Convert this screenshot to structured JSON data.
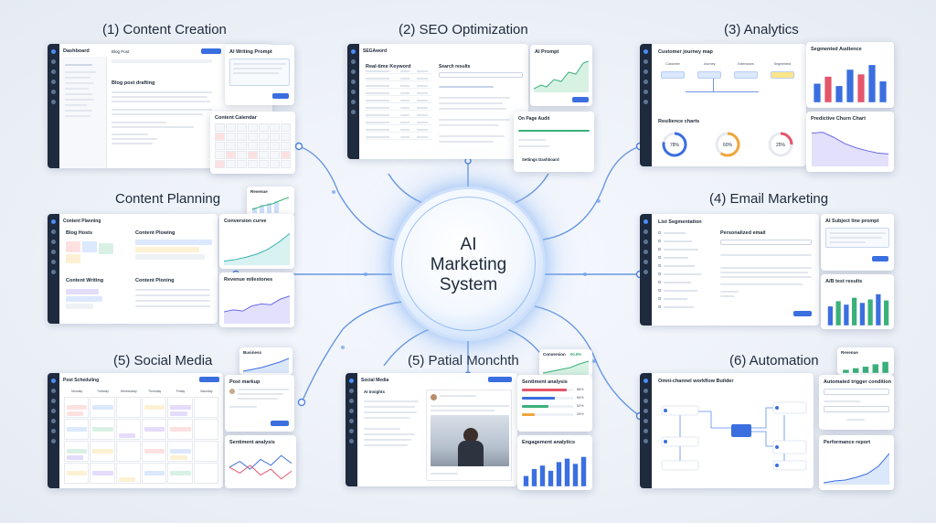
{
  "hub": {
    "line1": "AI",
    "line2": "Marketing",
    "line3": "System"
  },
  "sections": {
    "content_creation": "(1) Content Creation",
    "seo": "(2) SEO Optimization",
    "analytics": "(3) Analytics",
    "content_planning": "Content Planning",
    "email": "(4) Email Marketing",
    "social": "(5) Social Media",
    "patial": "(5) Patial Monchth",
    "automation": "(6) Automation"
  },
  "cc": {
    "dashboard": "Dashboard",
    "blog_post": "Blog Post",
    "blog_post_drafting": "Blog post drafting",
    "ai_writing_prompt": "AI Writing Prompt",
    "content_calendar": "Content Calendar",
    "cal_start": 1,
    "cal_days": 35,
    "cal_today": [
      8,
      23,
      25,
      28,
      29
    ]
  },
  "seo": {
    "brand": "SEGAword",
    "realtime": "Real-time Keyword",
    "search_results": "Search results",
    "ai_prompt": "AI Prompt",
    "on_page_audit": "On Page Audit",
    "settings_dashboard": "Settings Dashboard"
  },
  "an": {
    "journey": "Customer journey map",
    "segmented": "Segmented Audience",
    "resilience": "Resilience charts",
    "churn": "Predictive Churn Chart",
    "gauges": [
      "78%",
      "60%",
      "25%"
    ],
    "journey_nodes": [
      "Customer",
      "Journey",
      "Extensions",
      "Segmented"
    ],
    "seg_values": [
      40,
      55,
      35,
      70,
      60,
      80,
      45
    ],
    "churn_values": [
      80,
      82,
      70,
      55,
      45,
      38,
      32,
      30
    ],
    "gauge_pct": [
      78,
      60,
      25
    ],
    "gauge_colors": [
      "#3b6fe0",
      "#f0a63a",
      "#e4566b"
    ]
  },
  "cp": {
    "content_planning": "Content Planning",
    "content_plowing": "Content Plowing",
    "blog_hosts": "Blog Hosts",
    "content_writing": "Content Writing",
    "content_ploning": "Content Ploning",
    "revenue": "Revenue",
    "conversion": "Conversion curve",
    "milestones": "Revenue milestones",
    "conversion_values": [
      10,
      14,
      20,
      28,
      40,
      58,
      80
    ],
    "milestone_values": [
      30,
      35,
      32,
      45,
      50,
      48,
      62,
      70
    ]
  },
  "em": {
    "list_seg": "List Segmentation",
    "personalized": "Personalized email",
    "subject": "AI Subject line prompt",
    "ab": "A/B test results",
    "ab_values": [
      55,
      70,
      60,
      80,
      65,
      75,
      90,
      72
    ],
    "ab_colors": [
      "#3b6fe0",
      "#3ab07a"
    ]
  },
  "sm": {
    "post_scheduling": "Post Scheduling",
    "post_markup": "Post markup",
    "sentiment": "Sentiment analysis",
    "business": "Business",
    "days": [
      "Monday",
      "Tuesday",
      "Wednesday",
      "Thursday",
      "Friday",
      "Saturday"
    ],
    "sentiment_values": [
      40,
      55,
      35,
      60,
      45,
      70,
      50
    ]
  },
  "pm": {
    "social_media": "Social Media",
    "ai_insights": "AI Insights",
    "sentiment": "Sentiment analysis",
    "engagement": "Engagement analytics",
    "conversion": "Conversion",
    "conversion_pct": "60.8%",
    "sent_pcts": [
      "88%",
      "65%",
      "52%",
      "25%"
    ],
    "sent_values": [
      88,
      65,
      52,
      25
    ],
    "sent_colors": [
      "#e4566b",
      "#3b6fe0",
      "#3ab07a",
      "#f0a63a"
    ],
    "eng_values": [
      30,
      50,
      60,
      45,
      70,
      80,
      65,
      85
    ]
  },
  "au": {
    "workflow": "Omni-channel workflow Builder",
    "trigger": "Automated trigger condition",
    "performance": "Performance report",
    "revenue": "Revenue",
    "revenue_values": [
      20,
      30,
      40,
      55,
      70
    ]
  }
}
